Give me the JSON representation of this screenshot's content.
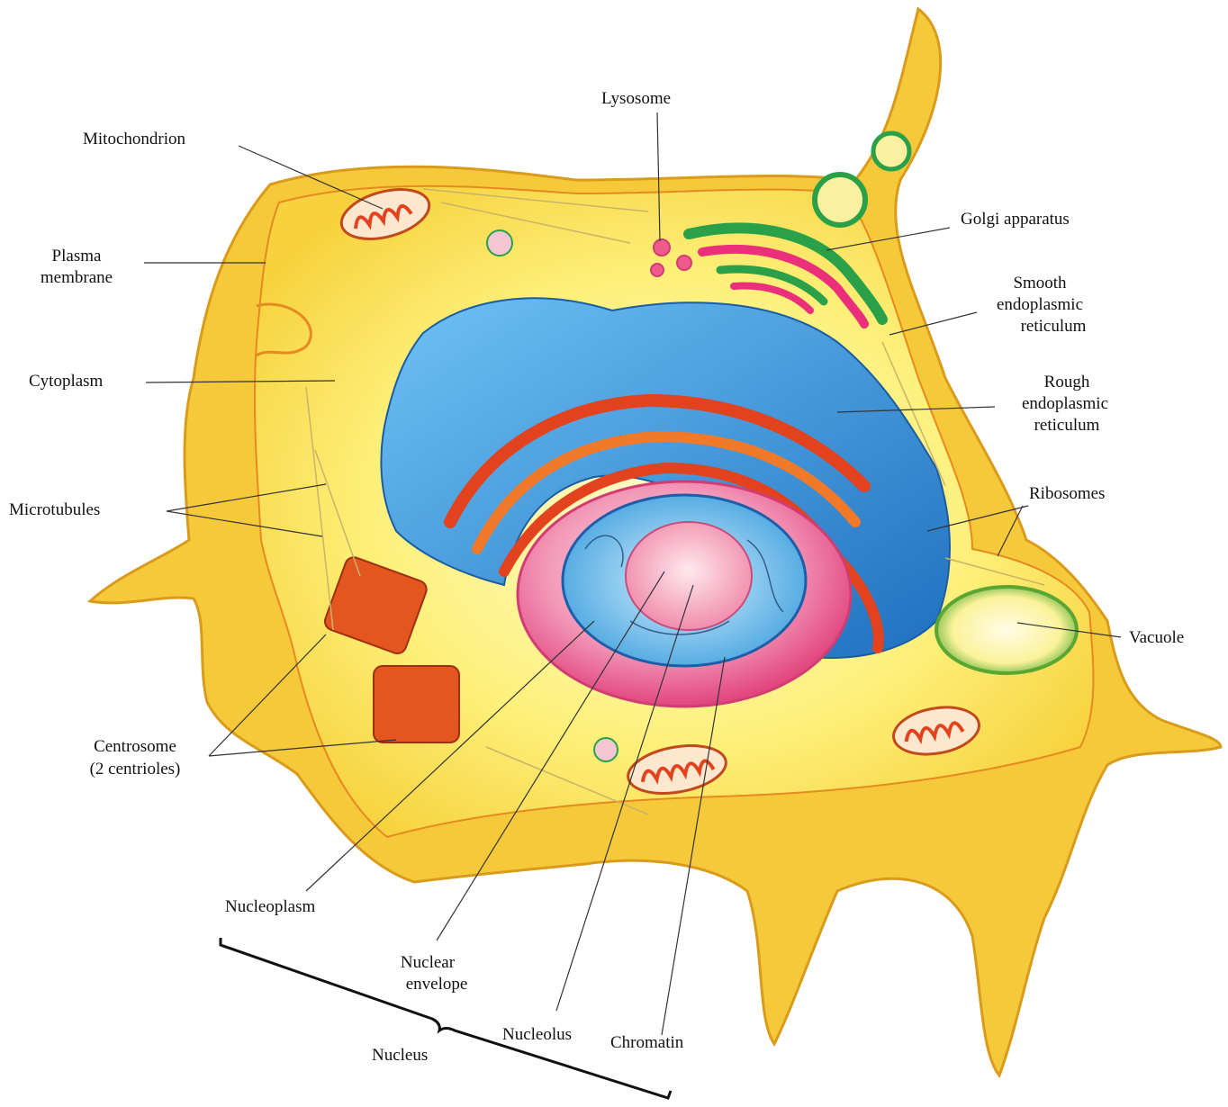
{
  "labels": {
    "lysosome": "Lysosome",
    "mitochondrion": "Mitochondrion",
    "golgi": "Golgi apparatus",
    "plasma_1": "Plasma",
    "plasma_2": "membrane",
    "smooth_1": "Smooth",
    "smooth_2": "endoplasmic",
    "smooth_3": "reticulum",
    "cytoplasm": "Cytoplasm",
    "rough_1": "Rough",
    "rough_2": "endoplasmic",
    "rough_3": "reticulum",
    "ribosomes": "Ribosomes",
    "microtubules": "Microtubules",
    "vacuole": "Vacuole",
    "centrosome_1": "Centrosome",
    "centrosome_2": "(2 centrioles)",
    "nucleoplasm": "Nucleoplasm",
    "nuclear_1": "Nuclear",
    "nuclear_2": "envelope",
    "nucleolus": "Nucleolus",
    "chromatin": "Chromatin",
    "nucleus": "Nucleus"
  },
  "colors": {
    "cytoplasm": "#fbe94a",
    "membrane": "#f2b531",
    "er": "#2f8fd6",
    "rough_er": "#e2421d",
    "nucleus": "#f06a9a",
    "nucleolus": "#f8b7c8",
    "golgi": "#ec2f7a",
    "vacuole": "#63b83a"
  }
}
